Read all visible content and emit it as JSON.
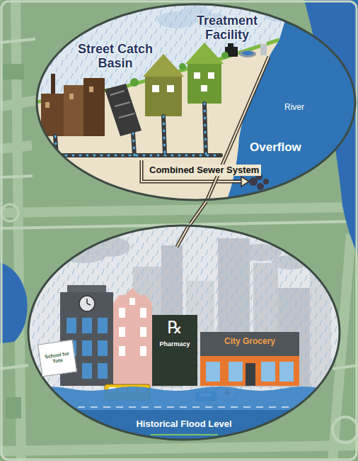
{
  "diagram": {
    "nodes": [
      {
        "text": [
          "Street Catch Basin",
          "Treatment Facility",
          "River",
          "Overflow",
          "Combined Sewer System"
        ]
      },
      {
        "text": [
          "Historical Flood Level"
        ]
      },
      {
        "text": [
          "School for Tots"
        ],
        "in": 1
      },
      {
        "text": [
          "℞",
          "Pharmacy"
        ],
        "in": 1
      },
      {
        "text": [
          "City Grocery"
        ],
        "in": 1
      }
    ],
    "edges": [
      {
        "from": 0,
        "to": 1,
        "arrow": "none"
      }
    ]
  }
}
